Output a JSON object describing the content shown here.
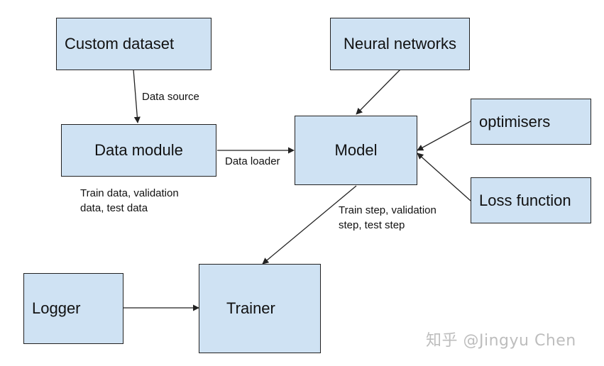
{
  "nodes": {
    "custom_dataset": "Custom dataset",
    "neural_networks": "Neural networks",
    "data_module": "Data module",
    "model": "Model",
    "optimisers": "optimisers",
    "loss_function": "Loss function",
    "logger": "Logger",
    "trainer": "Trainer"
  },
  "edge_labels": {
    "data_source": "Data source",
    "data_loader": "Data loader",
    "datasets_line1": "Train data, validation",
    "datasets_line2": "data, test data",
    "steps_line1": "Train step, validation",
    "steps_line2": "step, test step"
  },
  "watermark": "知乎 @Jingyu Chen",
  "colors": {
    "node_fill": "#cfe2f3",
    "node_border": "#222222",
    "arrow": "#222222",
    "watermark": "#bdbdbd"
  }
}
